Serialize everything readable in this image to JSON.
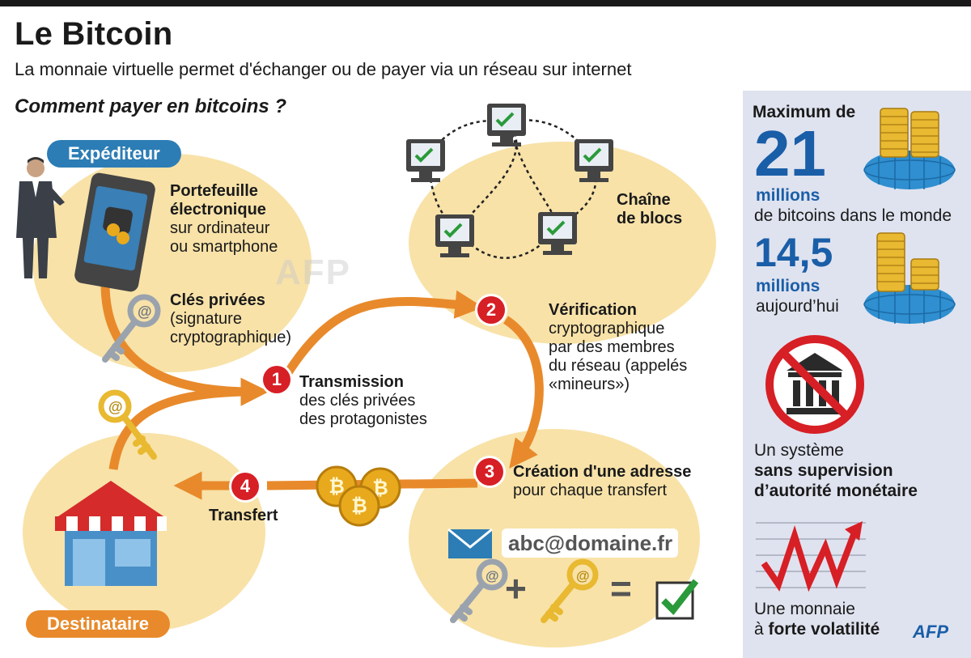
{
  "header": {
    "title": "Le Bitcoin",
    "subtitle": "La monnaie virtuelle permet d'échanger ou de payer via un réseau sur internet",
    "section_title": "Comment payer en bitcoins ?"
  },
  "sender": {
    "tag": "Expéditeur",
    "wallet_title_1": "Portefeuille",
    "wallet_title_2": "électronique",
    "wallet_sub_1": "sur ordinateur",
    "wallet_sub_2": "ou smartphone",
    "keys_title": "Clés privées",
    "keys_sub_1": "(signature",
    "keys_sub_2": "cryptographique)"
  },
  "blockchain": {
    "label_1": "Chaîne",
    "label_2": "de blocs"
  },
  "steps": [
    {
      "number": "1",
      "title": "Transmission",
      "lines": [
        "des clés privées",
        "des protagonistes"
      ]
    },
    {
      "number": "2",
      "title": "Vérification",
      "lines": [
        "cryptographique",
        "par des membres",
        " du réseau (appelés",
        "«mineurs»)"
      ]
    },
    {
      "number": "3",
      "title": "Création d'une adresse",
      "lines": [
        "pour chaque transfert"
      ]
    },
    {
      "number": "4",
      "title": "Transfert",
      "lines": []
    }
  ],
  "email": "abc@domaine.fr",
  "equation": {
    "plus": "+",
    "equals": "="
  },
  "recipient": {
    "tag": "Destinataire"
  },
  "panel": {
    "max_prefix": "Maximum de",
    "max_value": "21",
    "max_unit": "millions",
    "max_desc": "de bitcoins dans le monde",
    "current_value": "14,5",
    "current_unit": "millions",
    "current_desc": "aujourd’hui",
    "supervision_1": "Un système",
    "supervision_2": "sans supervision",
    "supervision_3": "d’autorité monétaire",
    "volatility_1": "Une monnaie",
    "volatility_2a": "à ",
    "volatility_2b": "forte volatilité"
  },
  "credits": {
    "logo": "AFP",
    "watermark": "AFP"
  },
  "colors": {
    "blob": "#f8e2a8",
    "arrow": "#e88a2b",
    "badge": "#d71f26",
    "accent_blue": "#1a5ea8",
    "panel": "#dfe3ef"
  }
}
